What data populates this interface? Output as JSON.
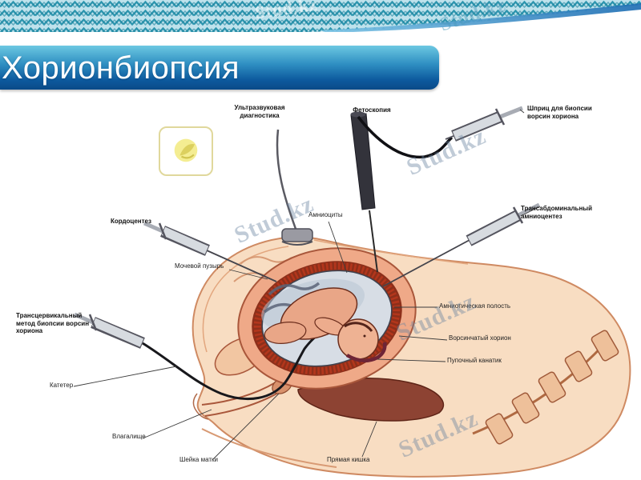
{
  "slide": {
    "title": "Хорионбиопсия"
  },
  "watermark": {
    "text": "Stud.kz",
    "logo": "studkz-bird-logo"
  },
  "colors": {
    "banner_top": "#6cc8e2",
    "banner_bottom": "#0a4a88",
    "wave_teal": "#2d95ae",
    "uterus_wall": "#8d2f1a",
    "skin": "#f8ddc2"
  },
  "diagram": {
    "labels": {
      "ultrasound": "Ультразвуковая диагностика",
      "fetoscopy": "Фетоскопия",
      "cvs_syringe": "Шприц для биопсии ворсин хориона",
      "cordocentesis": "Кордоцентез",
      "transabdominal": "Трансабдоминальный амниоцентез",
      "bladder": "Мочевой пузырь",
      "amniocytes": "Амниоциты",
      "transcervical": "Трансцервикальный метод биопсии ворсин хориона",
      "amniotic_cavity": "Амниотическая полость",
      "chorion": "Ворсинчатый хорион",
      "umbilical_cord": "Пупочный канатик",
      "catheter": "Катетер",
      "vagina": "Влагалище",
      "cervix": "Шейка матки",
      "rectum": "Прямая кишка"
    }
  }
}
